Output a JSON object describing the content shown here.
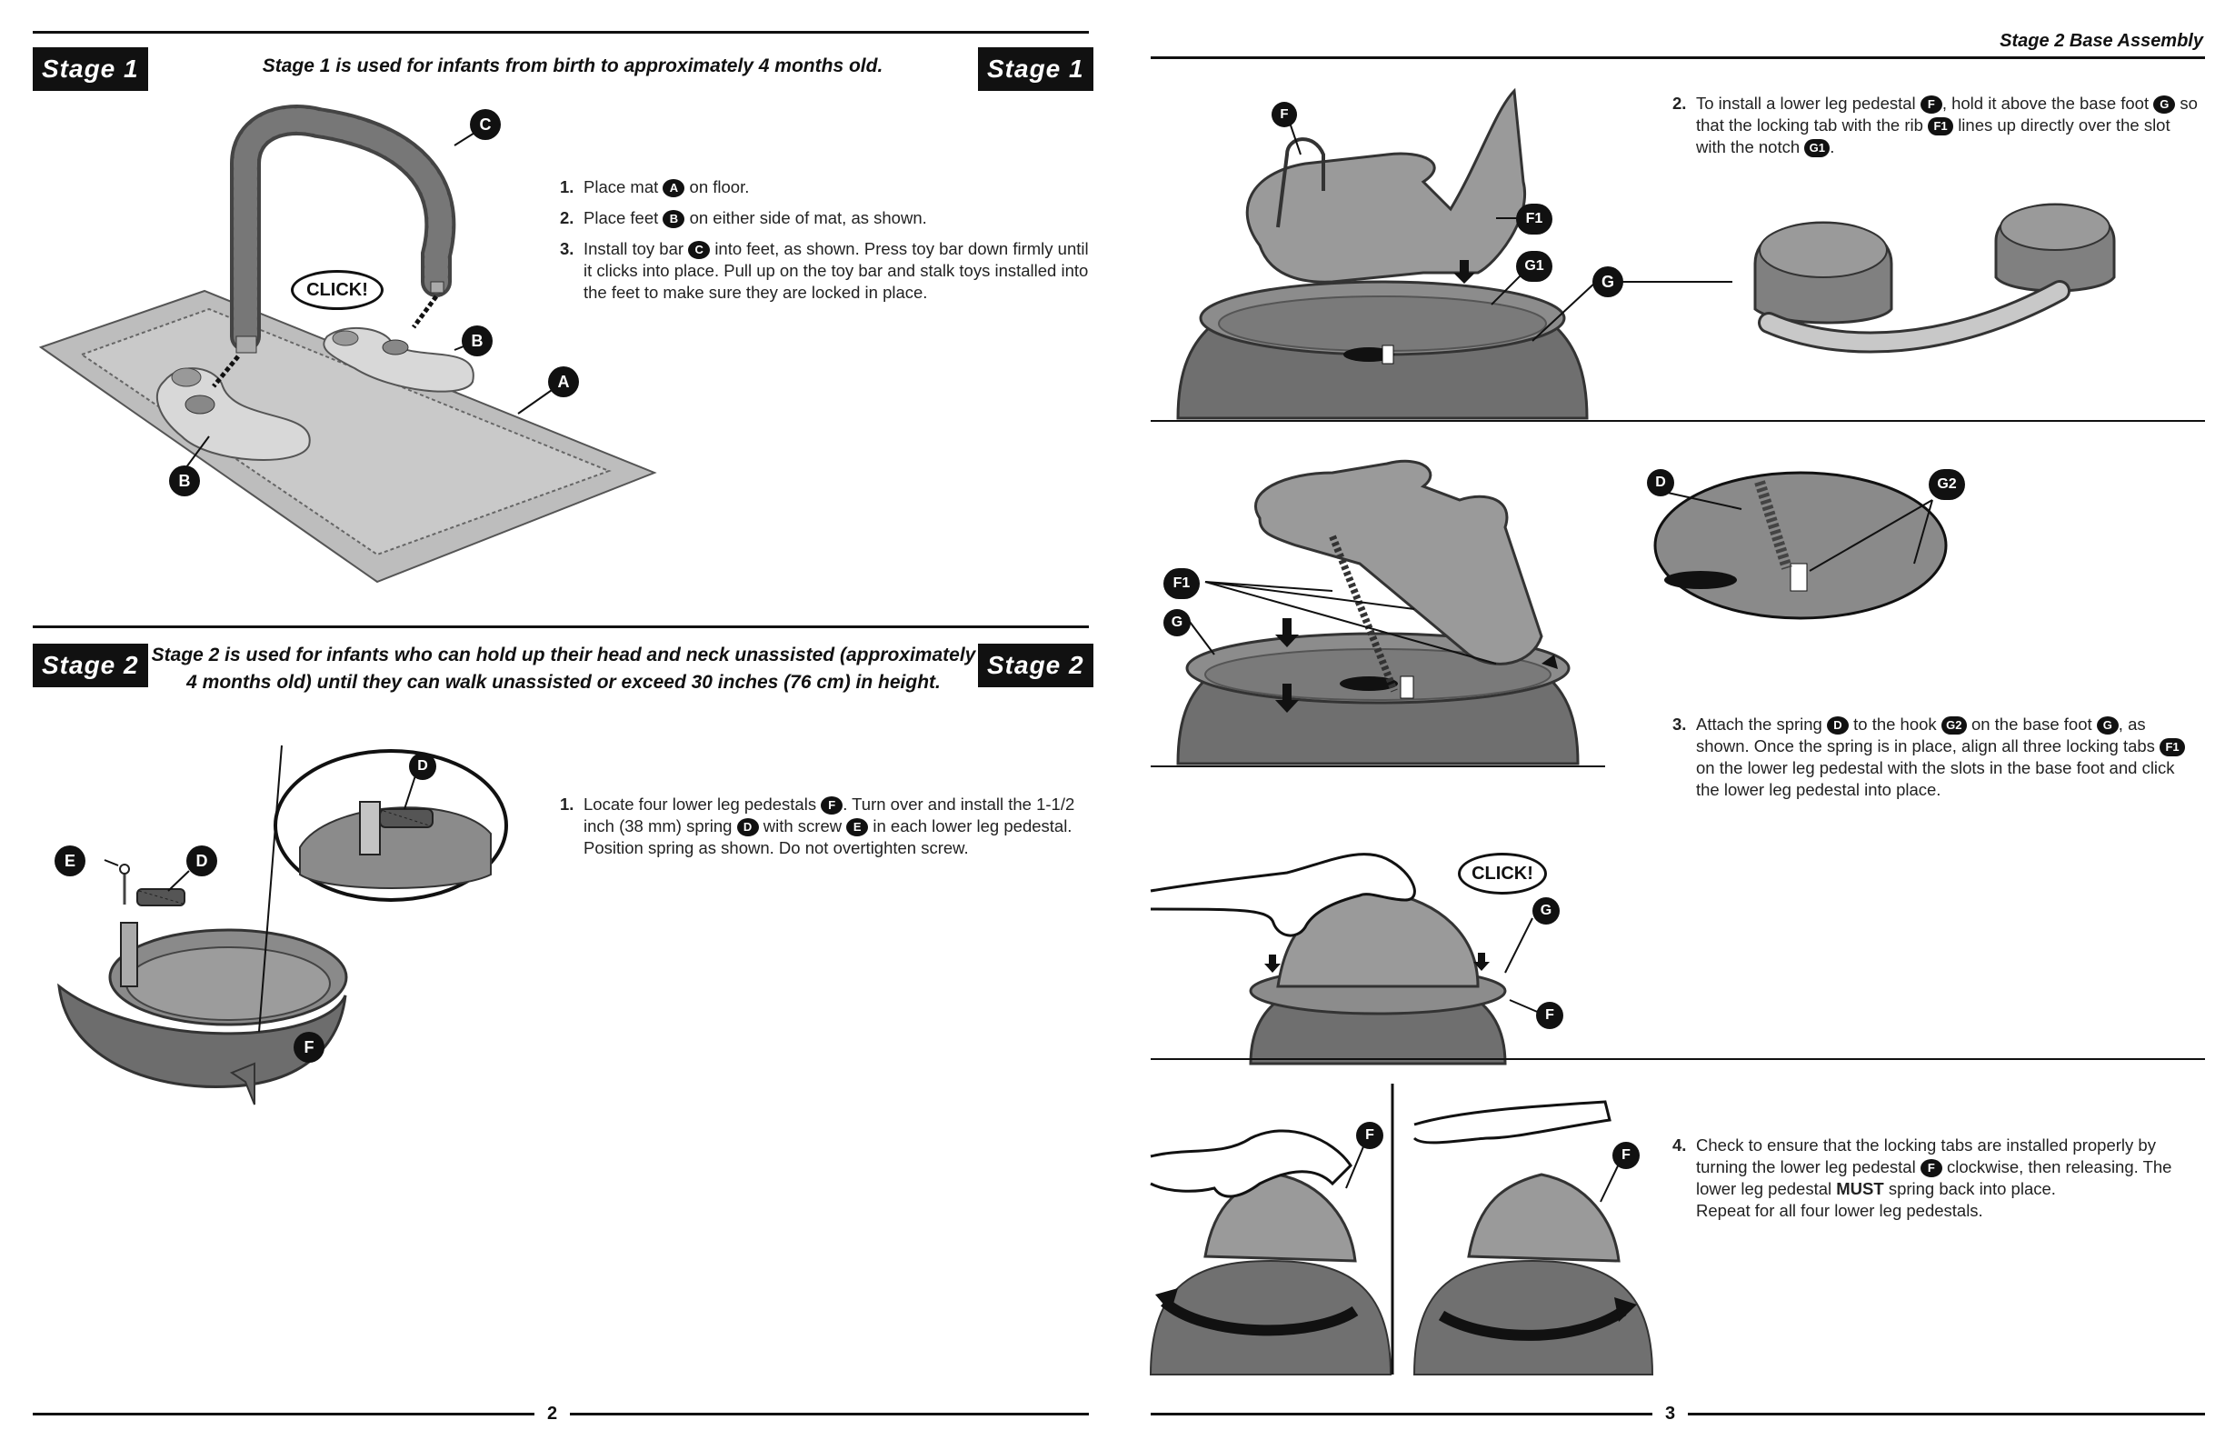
{
  "left_page": {
    "stage1": {
      "tag_left": "Stage 1",
      "tag_right": "Stage 1",
      "intro": "Stage 1 is used for infants from birth to approximately 4 months old.",
      "click_label": "CLICK!",
      "callouts": {
        "a": "A",
        "b1": "B",
        "b2": "B",
        "c": "C"
      },
      "steps": [
        {
          "num": "1.",
          "parts": [
            "Place mat",
            "A",
            "on floor."
          ]
        },
        {
          "num": "2.",
          "parts": [
            "Place feet",
            "B",
            "on either side of mat, as shown."
          ]
        },
        {
          "num": "3.",
          "parts": [
            "Install toy bar",
            "C",
            "into feet, as shown. Press toy bar down firmly until it clicks into place. Pull up on the toy bar and stalk toys installed into the feet to make sure they are locked in place."
          ]
        }
      ]
    },
    "stage2": {
      "tag_left": "Stage 2",
      "tag_right": "Stage 2",
      "intro": "Stage 2 is used for infants who can hold up their head and neck unassisted (approximately 4 months old) until they can walk unassisted or exceed 30 inches (76 cm) in height.",
      "callouts": {
        "e": "E",
        "d1": "D",
        "d2": "D",
        "f": "F"
      },
      "steps": [
        {
          "num": "1.",
          "parts": [
            "Locate four lower leg pedestals",
            "F",
            ". Turn over and install the 1-1/2 inch (38 mm) spring",
            "D",
            "with screw",
            "E",
            "in each lower leg pedestal. Position spring as shown. Do not overtighten screw."
          ]
        }
      ]
    },
    "page_number": "2"
  },
  "right_page": {
    "header": "Stage 2 Base Assembly",
    "step2": {
      "num": "2.",
      "parts": [
        "To install a lower leg pedestal",
        "F",
        ", hold it above the base foot",
        "G",
        "so that the locking tab with the rib",
        "F1",
        "lines up directly over the slot with the notch",
        "G1",
        "."
      ],
      "callouts": {
        "f": "F",
        "f1": "F1",
        "g1": "G1",
        "g": "G"
      }
    },
    "step3": {
      "num": "3.",
      "parts": [
        "Attach the spring",
        "D",
        "to the hook",
        "G2",
        "on the base foot",
        "G",
        ", as shown. Once the spring is in place, align all three locking tabs",
        "F1",
        "on the lower leg pedestal with the slots in the base foot and click the lower leg pedestal into place."
      ],
      "callouts": {
        "f1": "F1",
        "g": "G",
        "d": "D",
        "g2": "G2"
      }
    },
    "click_panel": {
      "click_label": "CLICK!",
      "callouts": {
        "g": "G",
        "f": "F"
      }
    },
    "step4": {
      "num": "4.",
      "line1_parts": [
        "Check to ensure that the locking tabs are installed properly by turning the lower leg pedestal",
        "F",
        "clockwise, then releasing. The lower leg pedestal"
      ],
      "must": "MUST",
      "line1_end": "spring back into place.",
      "line2": "Repeat for all four lower leg pedestals.",
      "callouts": {
        "f1": "F",
        "f2": "F"
      }
    },
    "page_number": "3"
  }
}
